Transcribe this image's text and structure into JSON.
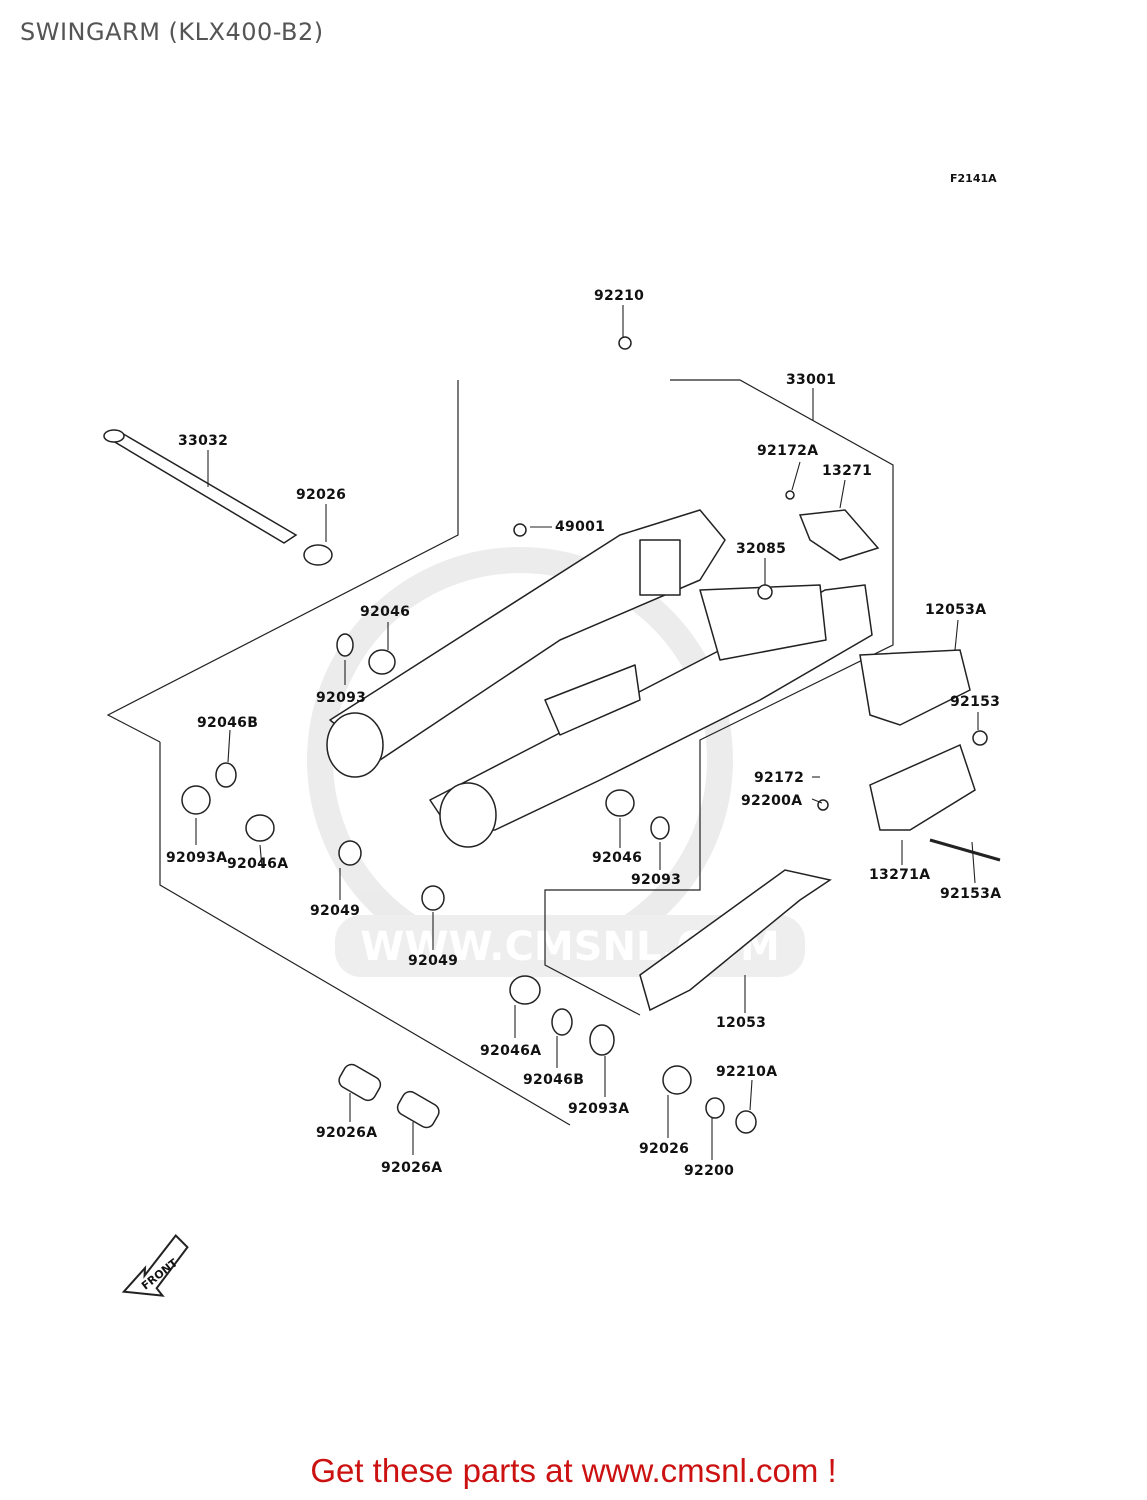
{
  "title": "SWINGARM (KLX400-B2)",
  "figure_code": "F2141A",
  "watermark": "WWW.CMSNL.COM",
  "front_label": "FRONT",
  "promo": "Get these parts at www.cmsnl.com !",
  "callouts": {
    "p92210": "92210",
    "p33001": "33001",
    "p33032": "33032",
    "p92026": "92026",
    "p49001": "49001",
    "p92172A": "92172A",
    "p13271": "13271",
    "p32085": "32085",
    "p92046_top": "92046",
    "p92093_top": "92093",
    "p12053A": "12053A",
    "p92153": "92153",
    "p92046B_left": "92046B",
    "p92093A_left": "92093A",
    "p92046A_left": "92046A",
    "p92172": "92172",
    "p92200A": "92200A",
    "p92046_mid": "92046",
    "p92093_mid": "92093",
    "p13271A": "13271A",
    "p92153A": "92153A",
    "p92049_a": "92049",
    "p92049_b": "92049",
    "p12053": "12053",
    "p92046A_low": "92046A",
    "p92046B_low": "92046B",
    "p92093A_low": "92093A",
    "p92210A": "92210A",
    "p92026_low": "92026",
    "p92200": "92200",
    "p92026A_a": "92026A",
    "p92026A_b": "92026A"
  }
}
